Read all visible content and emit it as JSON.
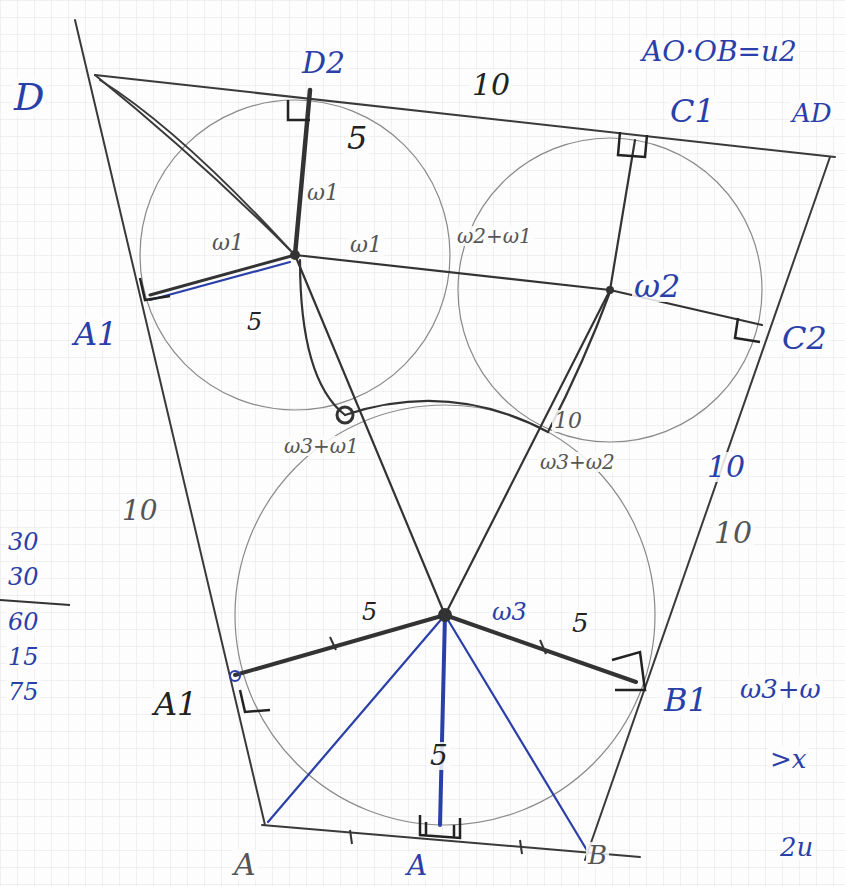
{
  "diagram": {
    "labels": [
      "AO·OB=u2",
      "AD",
      "D",
      "D2",
      "10",
      "C1",
      "5",
      "ω1",
      "ω1",
      "5",
      "ω1",
      "ω2+ω1",
      "ω2",
      "C2",
      "A1",
      "10",
      "ω3+ω1",
      "10",
      "ω3+ω2",
      "10",
      "10",
      "A1",
      "5",
      "ω3",
      "5",
      "B1",
      "5",
      "A",
      "A",
      "B",
      "ω3+ω",
      ">x",
      "2u",
      "30",
      "30",
      "60",
      "15",
      "75"
    ]
  }
}
